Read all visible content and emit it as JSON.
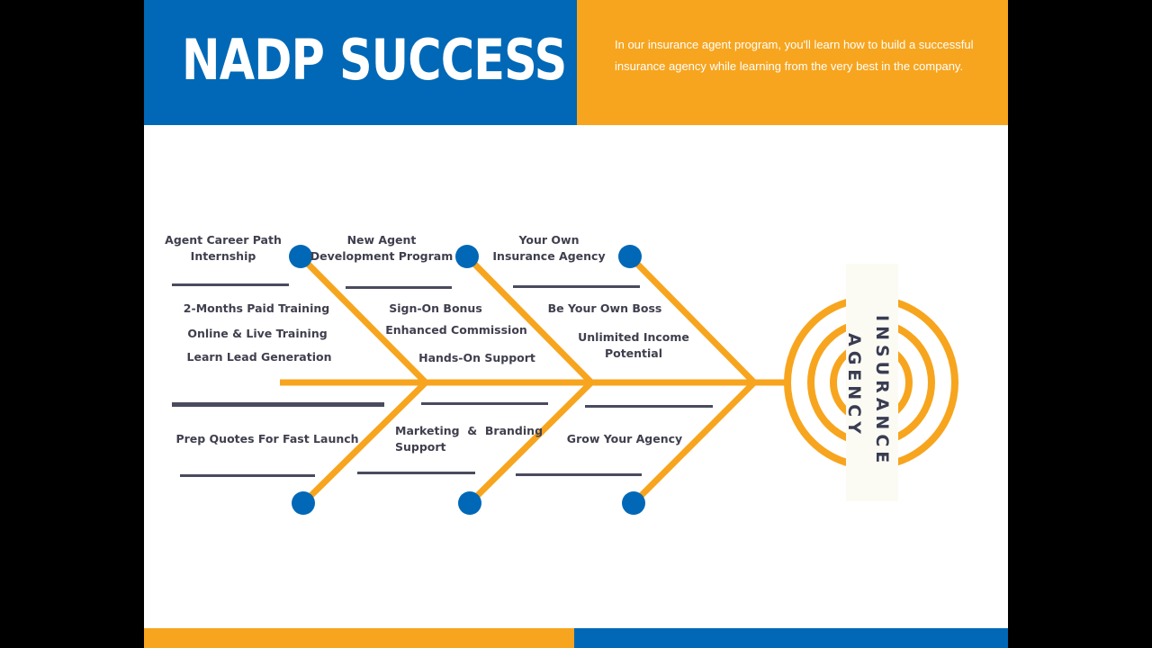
{
  "header": {
    "title": "NADP SUCCESS",
    "description": "In our insurance agent program, you'll learn how to build a successful insurance agency while learning from the very best in the company."
  },
  "head": {
    "line1": "INSURANCE",
    "line2": "AGENCY"
  },
  "top_branches": [
    {
      "title": "Agent Career Path\nInternship",
      "items": [
        "2-Months Paid Training",
        "Online & Live Training",
        "Learn Lead Generation"
      ]
    },
    {
      "title": "New Agent\nDevelopment Program",
      "items": [
        "Sign-On Bonus",
        "Enhanced Commission",
        "Hands-On Support"
      ]
    },
    {
      "title": "Your Own\nInsurance Agency",
      "items": [
        "Be Your Own Boss",
        "Unlimited Income\nPotential"
      ]
    }
  ],
  "bottom_branches": [
    {
      "title": "Prep Quotes For Fast Launch"
    },
    {
      "title": "Marketing  &  Branding\nSupport"
    },
    {
      "title": "Grow Your Agency"
    }
  ],
  "colors": {
    "blue": "#0068b6",
    "orange": "#f7a51e",
    "text": "#3f3f4e"
  }
}
